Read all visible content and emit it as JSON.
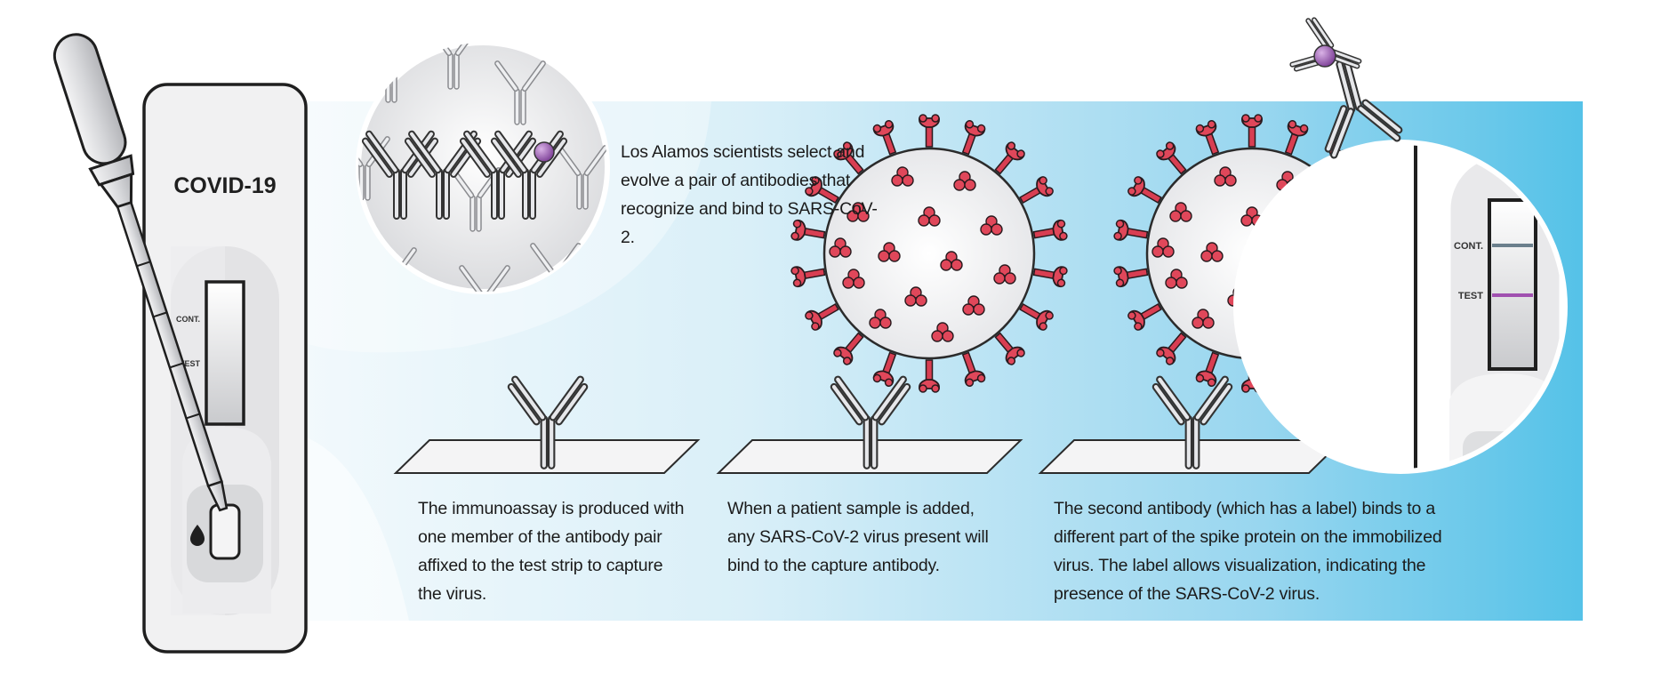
{
  "device": {
    "title": "COVID-19",
    "control_label": "CONT.",
    "test_label": "TEST"
  },
  "zoom": {
    "control_label": "CONT.",
    "test_label": "TEST",
    "control_line_color": "#6b7f8c",
    "test_line_color": "#a050b0"
  },
  "captions": {
    "intro": "Los Alamos scientists select and evolve a pair of antibodies that recognize and bind to SARS-CoV-2.",
    "step1": "The immunoassay is produced with one member of the antibody pair affixed to the test strip to capture the virus.",
    "step2": "When a patient sample is added, any SARS-CoV-2 virus present will bind to the capture antibody.",
    "step3": "The second antibody (which has a label) binds to a different part of the spike protein on the immobilized virus. The label allows visualization, indicating the presence of the SARS-CoV-2 virus."
  },
  "colors": {
    "banner_light": "#eaf6fb",
    "banner_dark": "#5cc4e8",
    "spike": "#e0475a",
    "spike_dark": "#2a1a1e",
    "label_particle": "#9b5bb5",
    "outline": "#2b2b2b"
  },
  "icons": [
    "dropper-icon",
    "blood-drop-icon",
    "antibody-icon",
    "virus-icon",
    "label-particle-icon",
    "magnifier-circle-icon"
  ]
}
